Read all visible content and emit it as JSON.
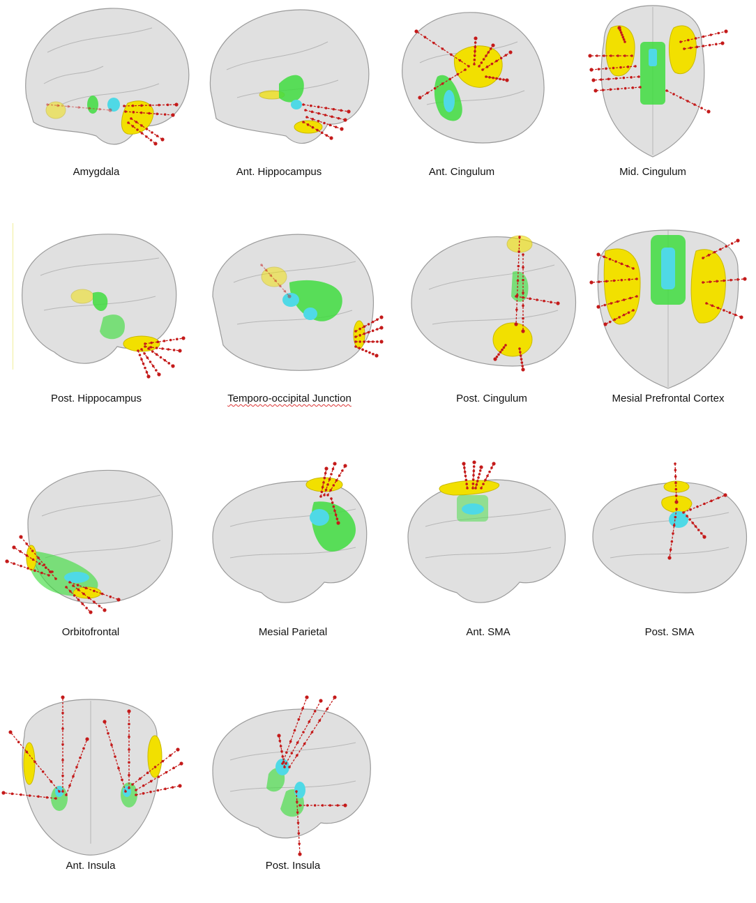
{
  "figure": {
    "colors": {
      "brain_fill": "#d6d6d6",
      "brain_stroke": "#9a9a9a",
      "target_yellow": "#f2e000",
      "target_green": "#3fdc3f",
      "target_cyan": "#4fd9e6",
      "electrode_red": "#c41a1a"
    },
    "panels": [
      {
        "id": "amygdala",
        "label": "Amygdala",
        "view": "lateral"
      },
      {
        "id": "ant-hippocampus",
        "label": "Ant. Hippocampus",
        "view": "lateral"
      },
      {
        "id": "ant-cingulum",
        "label": "Ant. Cingulum",
        "view": "oblique"
      },
      {
        "id": "mid-cingulum",
        "label": "Mid. Cingulum",
        "view": "top"
      },
      {
        "id": "post-hippocampus",
        "label": "Post. Hippocampus",
        "view": "oblique"
      },
      {
        "id": "temporo-occipital-junction",
        "label": "Temporo-occipital Junction",
        "view": "oblique"
      },
      {
        "id": "post-cingulum",
        "label": "Post. Cingulum",
        "view": "oblique"
      },
      {
        "id": "mesial-prefrontal-cortex",
        "label": "Mesial Prefrontal Cortex",
        "view": "top"
      },
      {
        "id": "orbitofrontal",
        "label": "Orbitofrontal",
        "view": "oblique"
      },
      {
        "id": "mesial-parietal",
        "label": "Mesial Parietal",
        "view": "lateral"
      },
      {
        "id": "ant-sma",
        "label": "Ant. SMA",
        "view": "lateral"
      },
      {
        "id": "post-sma",
        "label": "Post. SMA",
        "view": "lateral"
      },
      {
        "id": "ant-insula",
        "label": "Ant. Insula",
        "view": "front"
      },
      {
        "id": "post-insula",
        "label": "Post. Insula",
        "view": "lateral"
      }
    ]
  }
}
